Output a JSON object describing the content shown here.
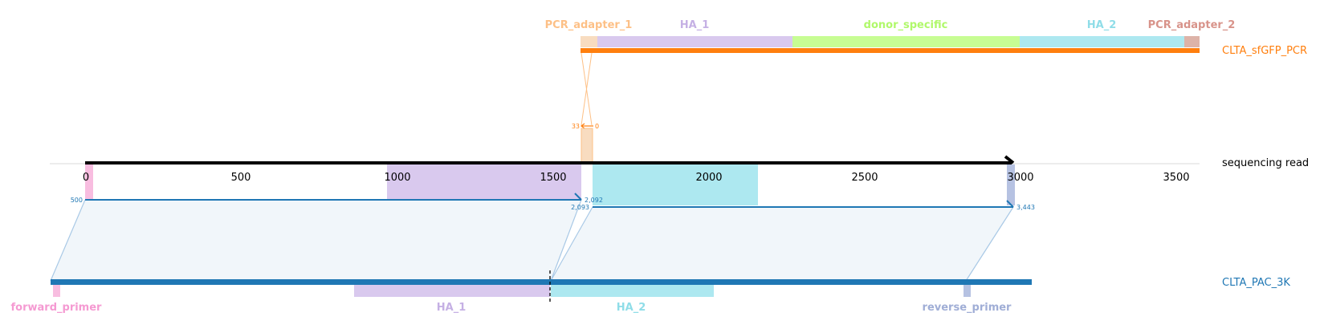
{
  "sequencing_read": {
    "label": "sequencing read",
    "axis_ticks": [
      "0",
      "500",
      "1000",
      "1500",
      "2000",
      "2500",
      "3000",
      "3500"
    ]
  },
  "reference": {
    "label": "CLTA_sfGFP_PCR",
    "color": "#ff7f0e",
    "features": [
      {
        "name": "PCR_adapter_1",
        "color": "#fdd0a2",
        "label_color": "#fdc086"
      },
      {
        "name": "HA_1",
        "color": "#d6c7ec",
        "label_color": "#c5b0e4"
      },
      {
        "name": "donor_specific",
        "color": "#c5fd8f",
        "label_color": "#b0f86a"
      },
      {
        "name": "HA_2",
        "color": "#ade8f0",
        "label_color": "#8fdde8"
      },
      {
        "name": "PCR_adapter_2",
        "color": "#ddb3a8",
        "label_color": "#d8938a"
      }
    ],
    "alignment_labels": {
      "start": "33",
      "end": "0"
    }
  },
  "target": {
    "label": "CLTA_PAC_3K",
    "color": "#1f77b4",
    "features": [
      {
        "name": "forward_primer",
        "color": "#f8bde0",
        "label_color": "#f59ad2"
      },
      {
        "name": "HA_1",
        "color": "#d6c7ec",
        "label_color": "#c5b0e4"
      },
      {
        "name": "HA_2",
        "color": "#ade8f0",
        "label_color": "#8fdde8"
      },
      {
        "name": "reverse_primer",
        "color": "#b6c2e2",
        "label_color": "#a0aed6"
      }
    ],
    "alignment_1": {
      "start": "500",
      "end": "2,092"
    },
    "alignment_2": {
      "start": "2,093",
      "end": "3,443"
    }
  }
}
